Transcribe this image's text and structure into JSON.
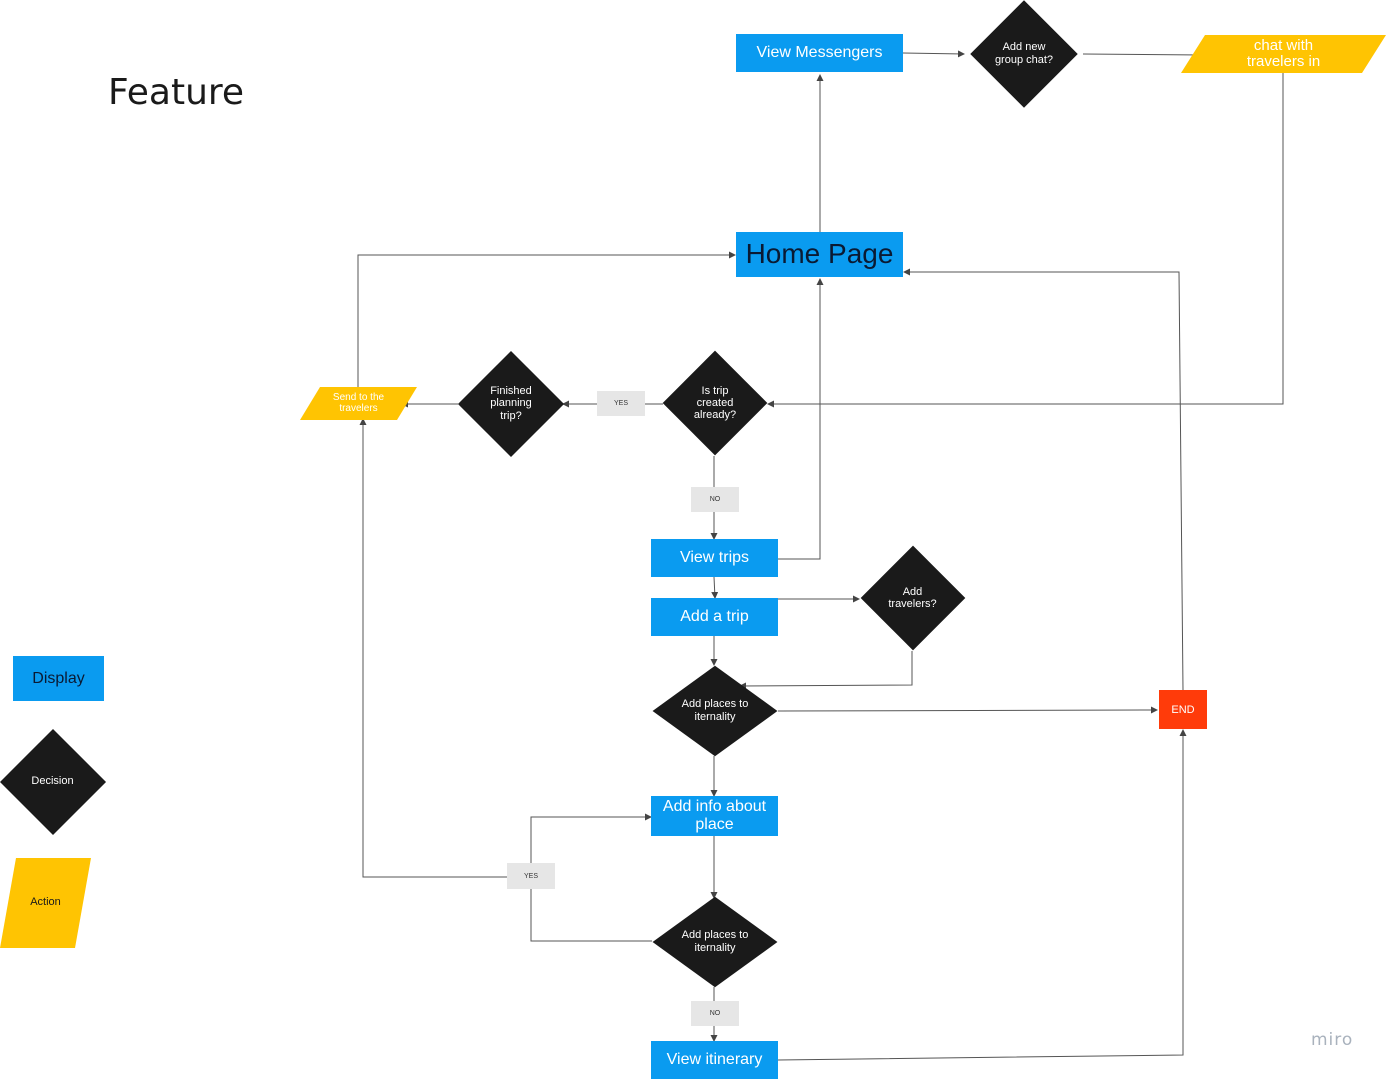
{
  "title": "Feature",
  "watermark": "miro",
  "colors": {
    "display": "#0a9bf0",
    "decision": "#1a1a1a",
    "action": "#ffc402",
    "end": "#ff3b0a",
    "label": "#e6e6e6",
    "connector": "#555555"
  },
  "nodes": {
    "view_messengers": "View Messengers",
    "add_group_chat": "Add new group chat?",
    "chat_travelers": "chat with travelers in",
    "home_page": "Home Page",
    "send_travelers": "Send to the travelers",
    "finished_planning": "Finished planning trip?",
    "trip_created": "Is trip created already?",
    "view_trips": "View trips",
    "add_trip": "Add a trip",
    "add_travelers": "Add travelers?",
    "add_places_1": "Add places to iternality",
    "end": "END",
    "add_info": "Add info about place",
    "add_places_2": "Add places to iternality",
    "view_itinerary": "View itinerary"
  },
  "edge_labels": {
    "yes_1": "YES",
    "no_1": "NO",
    "yes_2": "YES",
    "no_2": "NO"
  },
  "legend": {
    "display": "Display",
    "decision": "Decision",
    "action": "Action"
  }
}
